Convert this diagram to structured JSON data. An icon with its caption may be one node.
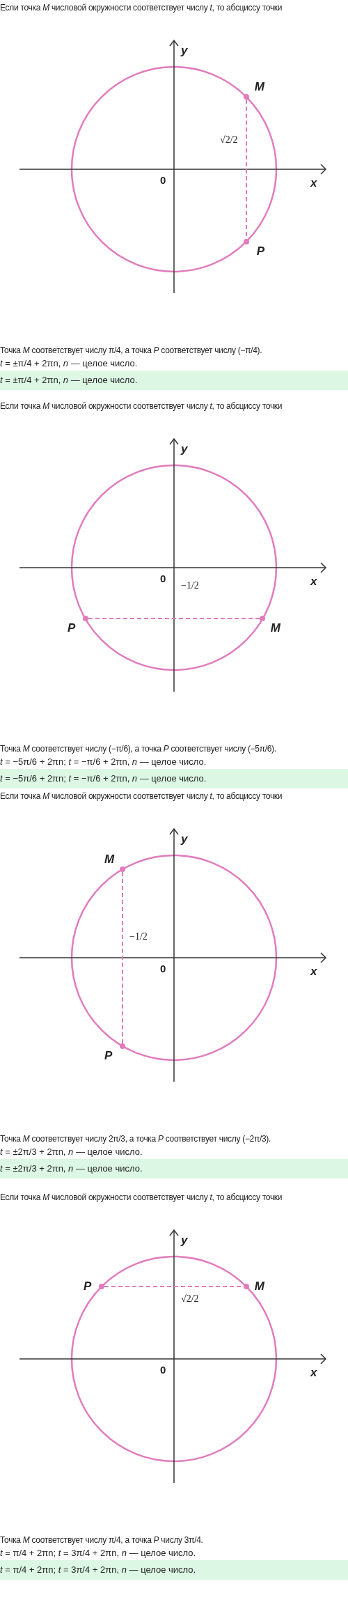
{
  "diagram": {
    "nodes": [
      {
        "text": [
          "M"
        ]
      },
      {
        "text": [
          "P"
        ]
      },
      {
        "text": [
          "P"
        ]
      },
      {
        "text": [
          "M"
        ]
      },
      {
        "text": [
          "M"
        ]
      },
      {
        "text": [
          "P"
        ]
      },
      {
        "text": [
          "P"
        ]
      },
      {
        "text": [
          "M"
        ]
      }
    ],
    "edges": [
      {
        "from": 0,
        "to": 1,
        "arrow": "none",
        "style": "dashed"
      },
      {
        "from": 2,
        "to": 3,
        "arrow": "none",
        "style": "dashed"
      },
      {
        "from": 4,
        "to": 5,
        "arrow": "none",
        "style": "dashed"
      },
      {
        "from": 6,
        "to": 7,
        "arrow": "none",
        "style": "dashed"
      }
    ],
    "labels": [
      "Если точка *M* числовой окружности соответствует числу *t*, то абсциссу точки",
      "y",
      "x",
      "0",
      "√2/2",
      "Точка *M* соответствует числу π/4, а точка *P* соответствует числу (−π/4).",
      "*t* = ±π/4 + 2πn, *n* — целое число.",
      "*t* = ±π/4 + 2πn, *n* — целое число.",
      "Если точка *M* числовой окружности соответствует числу *t*, то абсциссу точки",
      "y",
      "x",
      "0",
      "−1/2",
      "Точка *M* соответствует числу (−π/6), а точка *P* соответствует числу (−5π/6).",
      "*t* = −5π/6 + 2πn; *t* = −π/6 + 2πn, *n* — целое число.",
      "*t* = −5π/6 + 2πn; *t* = −π/6 + 2πn, *n* — целое число.",
      "Если точка *M* числовой окружности соответствует числу *t*, то абсциссу точки",
      "y",
      "x",
      "0",
      "−1/2",
      "Точка *M* соответствует числу 2π/3, а точка *P* соответствует числу (−2π/3).",
      "*t* = ±2π/3 + 2πn, *n* — целое число.",
      "*t* = ±2π/3 + 2πn, *n* — целое число.",
      "Если точка *M* числовой окружности соответствует числу *t*, то абсциссу точки",
      "y",
      "x",
      "0",
      "√2/2",
      "Точка *M* соответствует числу π/4, а точка *P* числу 3π/4.",
      "*t* = π/4 + 2πn; *t* = 3π/4 + 2πn, *n* — целое число.",
      "*t* = π/4 + 2πn; *t* = 3π/4 + 2πn, *n* — целое число."
    ]
  }
}
